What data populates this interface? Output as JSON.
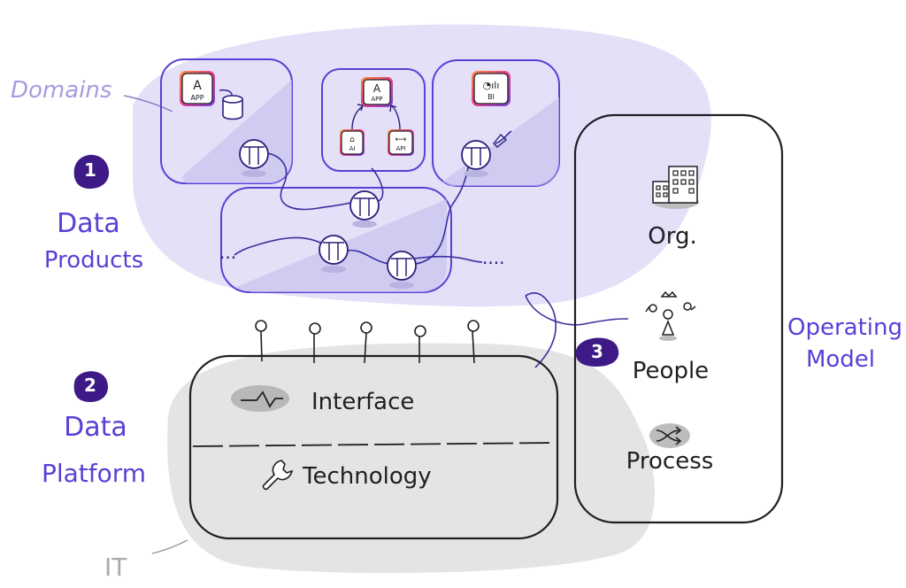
{
  "labels": {
    "domains": "Domains",
    "it": "IT",
    "data_products": [
      "Data",
      "Products"
    ],
    "data_platform": [
      "Data",
      "Platform"
    ],
    "operating_model": [
      "Operating",
      "Model"
    ],
    "interface": "Interface",
    "technology": "Technology",
    "org": "Org.",
    "people": "People",
    "process": "Process",
    "ellipsis_left": "...",
    "ellipsis_right": "...."
  },
  "badges": [
    "1",
    "2",
    "3"
  ],
  "app_tiles": [
    {
      "glyph": "A",
      "caption": "APP"
    },
    {
      "glyph": "A",
      "caption": "APP"
    },
    {
      "glyph": "◔ılı",
      "caption": "BI"
    },
    {
      "glyph": "⌂",
      "caption": "AI"
    },
    {
      "glyph": "⟷",
      "caption": "API"
    }
  ],
  "colors": {
    "accent": "#5b3fd6",
    "badge": "#3d1a86",
    "domain_fill": "#e3e0f8",
    "shade": "#c7c2ee",
    "platform_fill": "#e4e4e4",
    "ink": "#1f1f24"
  },
  "icons": [
    "database-icon",
    "building-icon",
    "people-icon",
    "shuffle-icon",
    "wrench-icon",
    "signal-icon"
  ]
}
